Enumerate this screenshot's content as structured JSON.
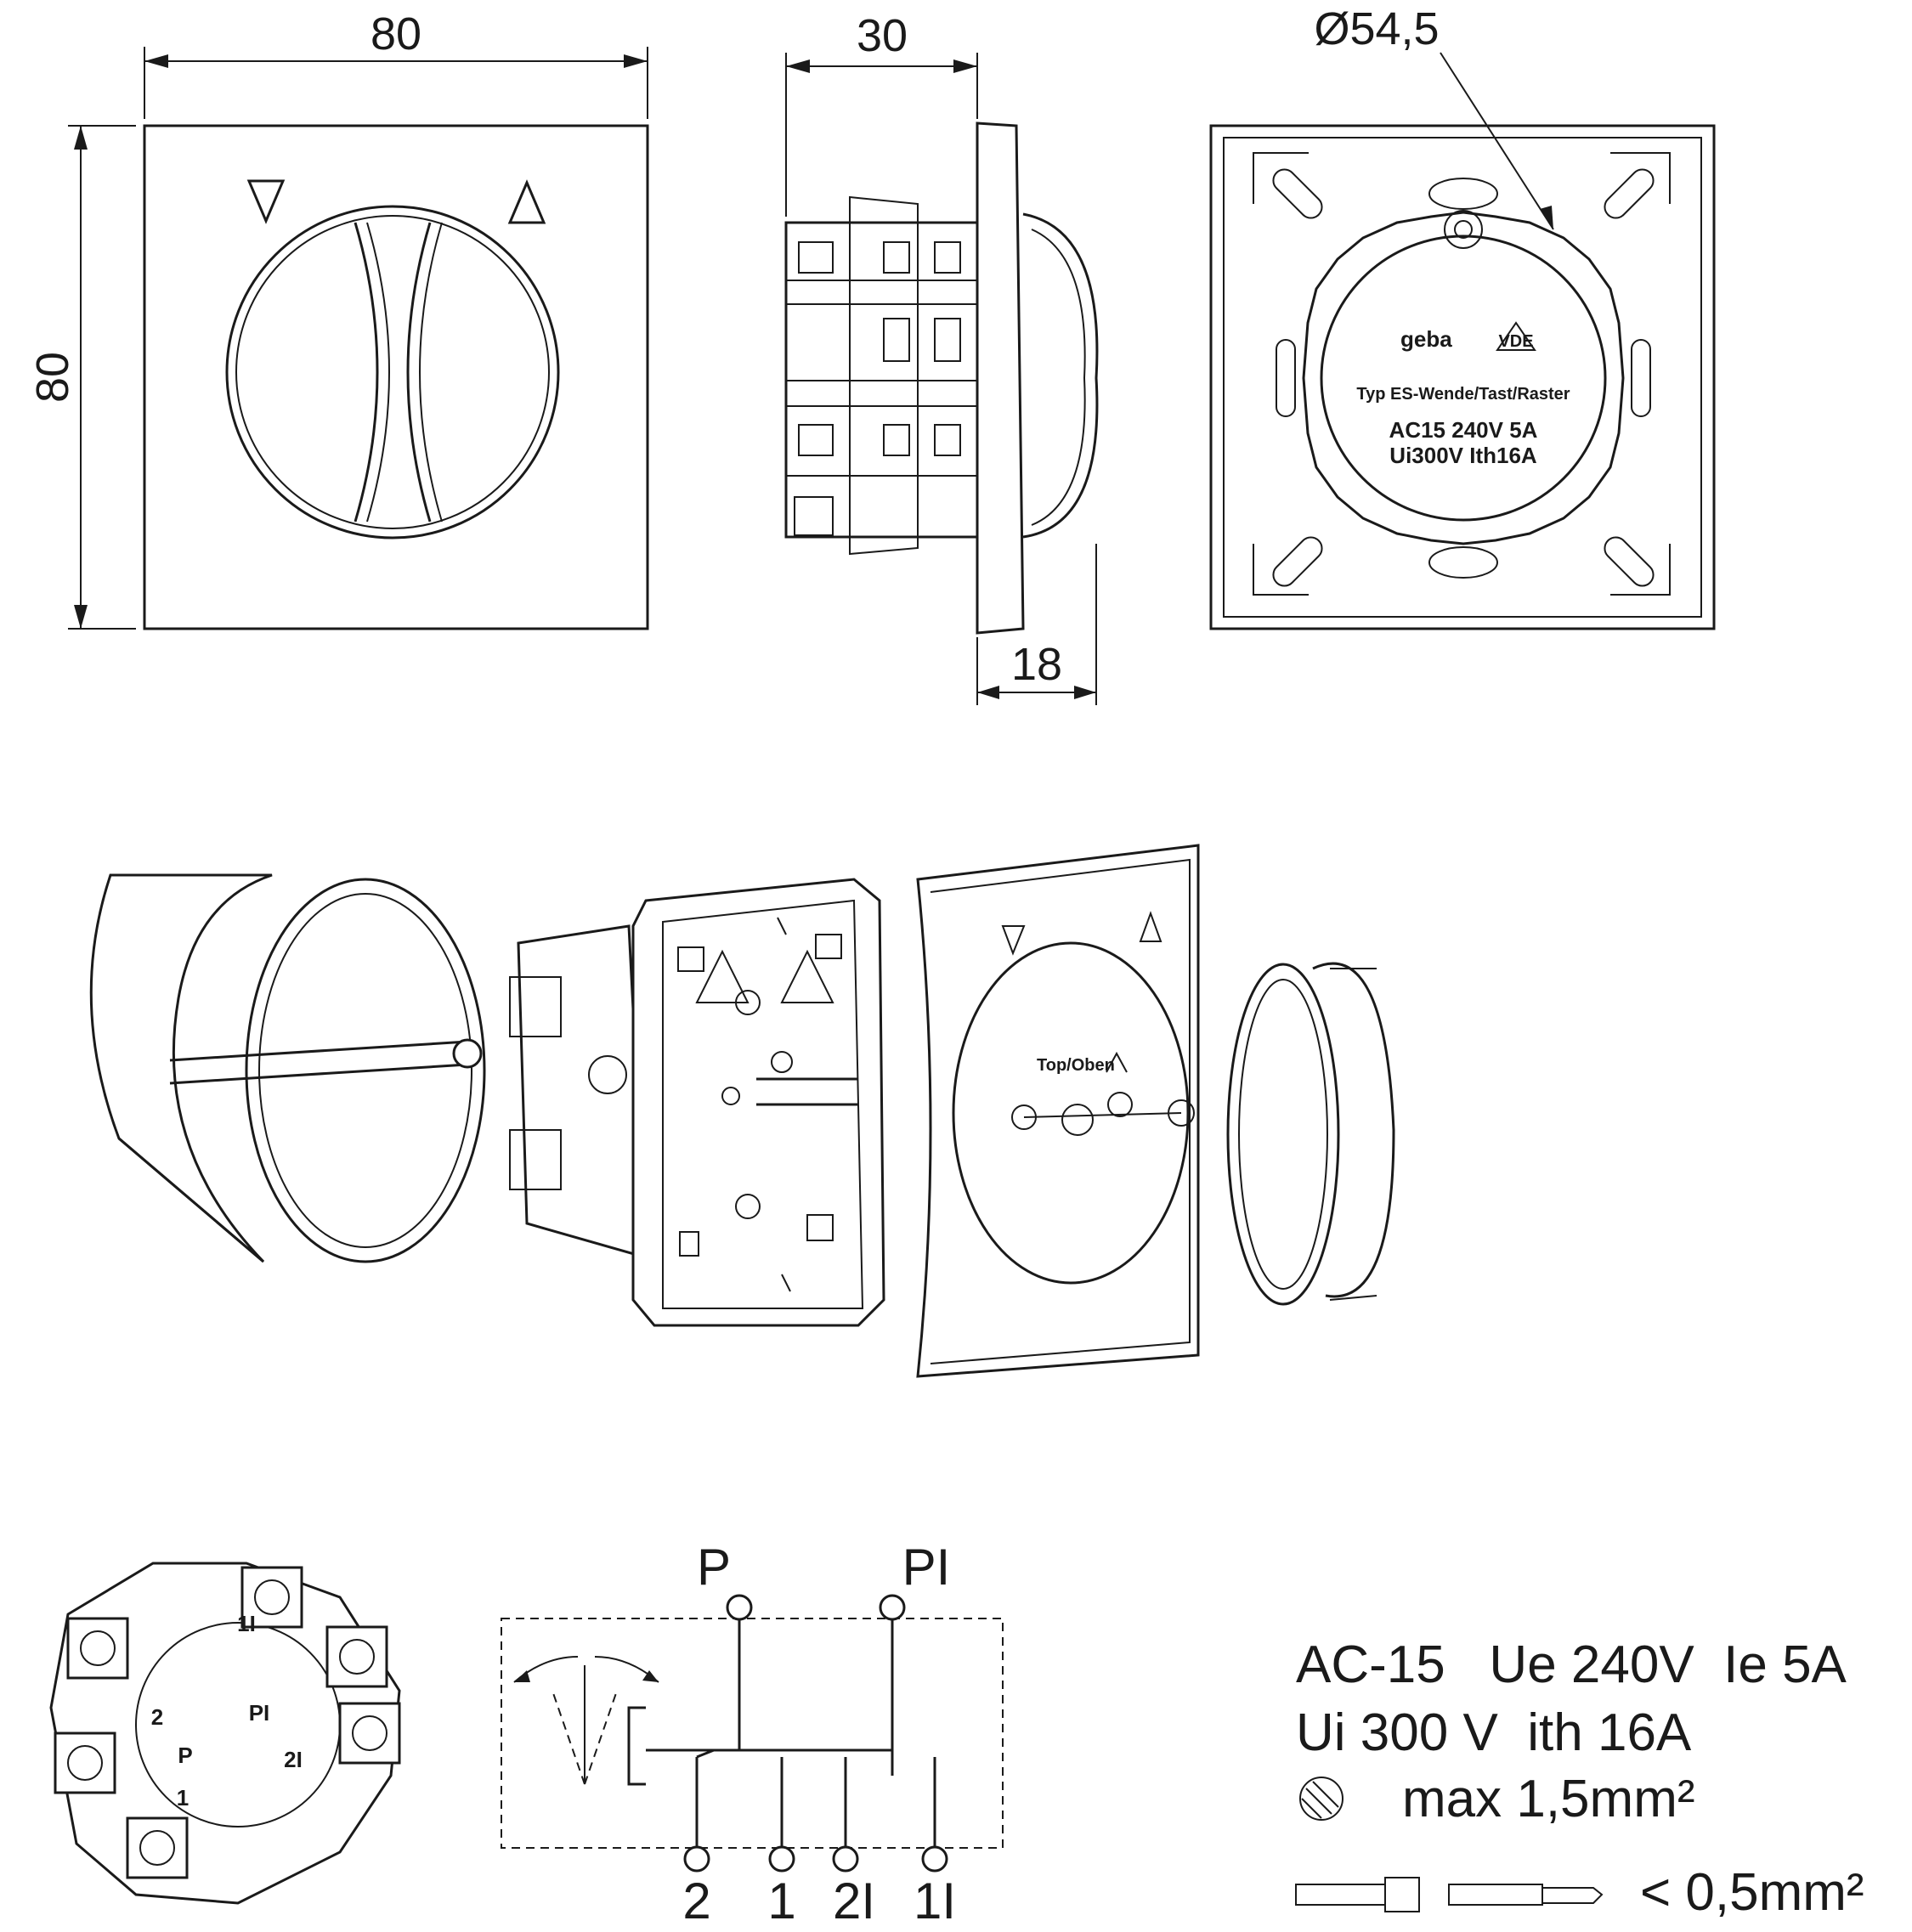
{
  "dimensions": {
    "width": "80",
    "height": "80",
    "depth_total": "30",
    "depth_front": "18",
    "diameter": "Ø54,5"
  },
  "label": {
    "brand": "geba",
    "mark": "VDE",
    "type_line": "Typ ES-Wende/Tast/Raster",
    "rating_line1": "AC15 240V 5A",
    "rating_line2": "Ui300V Ith16A"
  },
  "cover_text": "Top/Oben",
  "terminals_block": [
    "2",
    "1",
    "2I",
    "1I",
    "P",
    "PI"
  ],
  "schematic": {
    "top_terminals": [
      "P",
      "PI"
    ],
    "bottom_terminals": [
      "2",
      "1",
      "2I",
      "1I"
    ]
  },
  "specs": {
    "line1": "AC-15   Ue 240V  Ie 5A",
    "line2": "Ui 300 V  ith 16A",
    "line3": "max 1,5mm²",
    "line4": "< 0,5mm²"
  }
}
